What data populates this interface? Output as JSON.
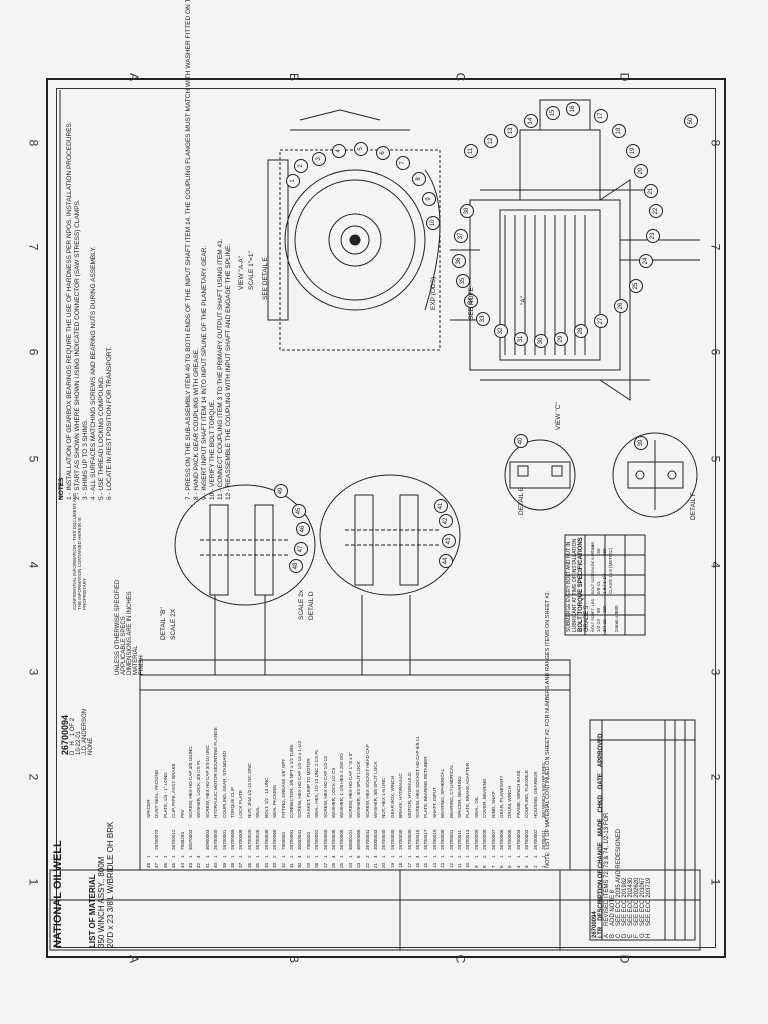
{
  "border_zones": {
    "left_edge": [
      "A",
      "B",
      "C",
      "D"
    ],
    "top_numbers": [
      "8",
      "7",
      "6",
      "5",
      "4",
      "3",
      "2",
      "1"
    ]
  },
  "notes": {
    "heading": "NOTES",
    "items": [
      "1 - INSTALLATION OF GEARBOX BEARINGS REQUIRE THE USE OF HARDNESS PER NPOS. INSTALLATION PROCEDURES.",
      "2 - START AS SHOWN WHERE SHOWN USING INDICATED CONNECTOR (SAW STRESS) CLAMPS.",
      "3 - SHIMS UP TO 3 SHIMS.",
      "4 - ALL SURFACES MATCHING SCREWS AND BEARING NUTS DURING ASSEMBLY.",
      "5 - USE THREAD LOCKING COMPOUND.",
      "6 - LOCATE IN REST POSITION FOR TRANSPORT."
    ],
    "numbered": [
      "7 - PRESS ON THE SUB-ASSEMBLY ITEM 40 TO BOTH ENDS OF THE INPUT SHAFT ITEM 14. THE COUPLING FLANGES MUST MATCH WITH WASHER FITTED ON THE PINION.",
      "8 - HAND PACK GEAR COUPLING WITH GREASE.",
      "9 - INSERT INPUT SHAFT ITEM 14 INTO INPUT SPLINE OF THE PLANETARY GEAR.",
      "10 - VERIFY THE BOLT TORQUE.",
      "11 - CONNECT COUPLING ITEM 3 TO THE PRIMARY OUTPUT SHAFT USING ITEM 41.",
      "12 - REASSEMBLE THE COUPLING WITH INPUT SHAFT AND ENGAGE THE SPLINE."
    ]
  },
  "views": {
    "view_a": "VIEW \"A-A\"",
    "view_a_scale": "SCALE 1\"=1\"",
    "detail_e": "SEE DETAIL E",
    "detail_e_label": "DETAIL E",
    "detail_f_label": "DETAIL F",
    "detail_d": "DETAIL D",
    "detail_d_scale": "SCALE 2x",
    "detail_b": "DETAIL \"B\"",
    "detail_b_scale": "SCALE 2X",
    "exp_label": "EXP (ODS)",
    "see_note": "SEE NOTE",
    "section": "\"A\"",
    "view_c": "VIEW \"C\""
  },
  "callouts": [
    "1",
    "2",
    "3",
    "4",
    "5",
    "6",
    "7",
    "8",
    "9",
    "10",
    "11",
    "12",
    "13",
    "14",
    "15",
    "16",
    "17",
    "18",
    "19",
    "20",
    "21",
    "22",
    "23",
    "24",
    "25",
    "26",
    "27",
    "28",
    "29",
    "30",
    "31",
    "32",
    "33",
    "34",
    "35",
    "36",
    "37",
    "38",
    "39",
    "40",
    "41",
    "42",
    "43",
    "44",
    "45",
    "46",
    "47",
    "48",
    "49",
    "50"
  ],
  "torque_table": {
    "title": "BOLT TORQUE SPECIFICATIONS",
    "header_note": "SUBMERGE EVERY BOLT AND NUT IN LUBRICANT AT TIME OF INSTALLATION",
    "grade": "GRADE 5",
    "columns": [
      "BOLT SIZE",
      "FT. LBS.",
      "BOLT SIZE",
      "GRADE 8 / ITEM",
      "FT. LBS."
    ],
    "rows": [
      [
        "1/2-13",
        "80",
        "5/8-11",
        "",
        "150"
      ],
      [
        "3/4-10",
        "260",
        "1-8 / 1-1/4",
        "",
        "680"
      ],
      [
        "",
        "",
        "CLASS 10.9 (METRIC)",
        "",
        ""
      ],
      [
        "24mm x 3",
        "580",
        "",
        "",
        ""
      ]
    ]
  },
  "revisions": {
    "header": [
      "LTR",
      "DESCRIPTION OF CHANGE",
      "MADE",
      "CHKD",
      "DATE",
      "APPROVED"
    ],
    "doc": "26700094",
    "rows": [
      [
        "A",
        "REVISED ITEMS 72, 73 & 74, 1/2-13 FOR",
        "",
        "",
        "",
        ""
      ],
      [
        "B",
        "ADD NOTE 8",
        "",
        "",
        "",
        ""
      ],
      [
        "C",
        "SEE ECO 2035 AND REDESIGNED",
        "",
        "",
        "",
        ""
      ],
      [
        "D",
        "SEE ECO 201982",
        "",
        "",
        "",
        ""
      ],
      [
        "E",
        "SEE ECO 202430",
        "",
        "",
        "",
        ""
      ],
      [
        "F",
        "SEE ECO 202620",
        "",
        "",
        "",
        ""
      ],
      [
        "G",
        "SEE ECO 203067",
        "",
        "",
        "",
        ""
      ],
      [
        "H",
        "SEE ECO 203719",
        "",
        "",
        "",
        ""
      ]
    ]
  },
  "bom": {
    "note": "NOTE: LIST OF MATERIAL CONTINUED ON SHEET #2. FOR NUMBERS AND RANGES ITEMS ON SHEET #2.",
    "columns": [
      "ITEM",
      "QTY",
      "PART NO.",
      "DESCRIPTION",
      "STOCK"
    ],
    "title": "LIST OF MATERIAL",
    "rows": [
      [
        "48",
        "1",
        "",
        "SPACER",
        ""
      ],
      [
        "47",
        "1",
        "26700073",
        "DUST SEAL, PACKING",
        ""
      ],
      [
        "46",
        "1",
        "",
        "PLATE, 1/4 - 1\" LONG",
        ""
      ],
      [
        "45",
        "1",
        "26700012",
        "CLIP, PIPE, ASSY. BRAKE",
        ""
      ],
      [
        "44",
        "1",
        "7938294",
        "PIN",
        ""
      ],
      [
        "43",
        "1",
        "30070003",
        "SCREW, HEX HD CAP 3/8-16UNC",
        ""
      ],
      [
        "42",
        "4",
        "",
        "WASHER, LOCK, 3/8 CS PL",
        ""
      ],
      [
        "41",
        "1",
        "30900003",
        "SCREW, HEX HD CAP 3/4-10 UNC",
        ""
      ],
      [
        "40",
        "1",
        "26700000",
        "HYDRAULIC MOTOR MOUNTING FLANGE",
        ""
      ],
      [
        "39",
        "1",
        "26700001",
        "COUPLING, GEAR, STANDARD",
        ""
      ],
      [
        "38",
        "1",
        "26700069",
        "TORQUE CLIP",
        ""
      ],
      [
        "37",
        "1",
        "26700008",
        "LOCK PLATE",
        ""
      ],
      [
        "36",
        "2",
        "26700020",
        "NUT, JAM 1/2-13 NC ZINC",
        ""
      ],
      [
        "35",
        "1",
        "26700026",
        "SEAL",
        ""
      ],
      [
        "34",
        "1",
        "26700040",
        "BOLT, 1/2 - 13 UNC",
        ""
      ],
      [
        "33",
        "2",
        "26700060",
        "SEAL PACKING",
        ""
      ],
      [
        "32",
        "1",
        "7900003",
        "FITTING, GREASE 1/8\" NPT",
        ""
      ],
      [
        "31",
        "1",
        "26700091",
        "CONNECTOR, 3/8 NPT x 1/2 TUBE",
        ""
      ],
      [
        "30",
        "4",
        "30003041",
        "SCREW, HEX HD CAP 1/2-13 x 1-1/4",
        ""
      ],
      [
        "29",
        "2",
        "7900004",
        "GASKET, PUMP TO MOTOR",
        ""
      ],
      [
        "28",
        "1",
        "26700052",
        "SEAL, HEX, 1/2-13 UNC 2 CS PL",
        ""
      ],
      [
        "27",
        "1",
        "26700050",
        "SCREW, HEX HD CAP 1/2-13",
        ""
      ],
      [
        "26",
        "4",
        "26700035",
        "WASHER, LOCK 1/2 CS",
        ""
      ],
      [
        "25",
        "1",
        "26700005",
        "WASHER, 1-1/8 HEX 2.250 OD",
        ""
      ],
      [
        "24",
        "1",
        "30500101",
        "SCREW, HEX HD CAP 1\"-8 x 3\"",
        ""
      ],
      [
        "23",
        "8",
        "30900066",
        "WASHER, 3/4 SPLIT LOCK",
        ""
      ],
      [
        "22",
        "2",
        "26700041",
        "SCREW, HEX SOCKET HEAD CAP",
        ""
      ],
      [
        "21",
        "4",
        "30000033",
        "WASHER, 3/8 SPLIT LOCK",
        ""
      ],
      [
        "20",
        "1",
        "26700040",
        "NUT, HEX 1-8 UNC",
        ""
      ],
      [
        "19",
        "1",
        "26700030",
        "GEAR BOX, WINCH",
        ""
      ],
      [
        "18",
        "1",
        "26700030",
        "BRAKE, HYDRAULIC",
        ""
      ],
      [
        "17",
        "1",
        "26700030",
        "MOTOR, HYDRAULIC",
        ""
      ],
      [
        "16",
        "4",
        "26700018",
        "SCREW, HEX SOCKET HD CAP 5/8-11",
        ""
      ],
      [
        "15",
        "1",
        "26700017",
        "PLATE, BEARING RETAINER",
        ""
      ],
      [
        "14",
        "1",
        "26700019",
        "SHAFT, INPUT",
        ""
      ],
      [
        "13",
        "1",
        "26700030",
        "BEARING, SPHERICAL",
        ""
      ],
      [
        "12",
        "1",
        "26700031",
        "BEARING, CYLINDRICAL",
        ""
      ],
      [
        "11",
        "1",
        "26700011",
        "SPACER, BEARING",
        ""
      ],
      [
        "10",
        "1",
        "26700013",
        "PLATE, BRAKE ADAPTER",
        ""
      ],
      [
        "9",
        "1",
        "26700009",
        "SEAL, OIL",
        ""
      ],
      [
        "8",
        "2",
        "26700008",
        "COVER, BEARING",
        ""
      ],
      [
        "7",
        "1",
        "26700007",
        "RING, SNAP",
        ""
      ],
      [
        "6",
        "1",
        "26700006",
        "GEAR, PLANETARY",
        ""
      ],
      [
        "5",
        "1",
        "26700005",
        "DRUM, WINCH",
        ""
      ],
      [
        "4",
        "1",
        "26700004",
        "FRAME, WINCH BASE",
        ""
      ],
      [
        "3",
        "1",
        "26700003",
        "COUPLING, FLEXIBLE",
        ""
      ],
      [
        "2",
        "1",
        "26700002",
        "HOUSING, GEARBOX",
        ""
      ],
      [
        "1",
        "1",
        "26700011",
        "350 WINCH, 500 HP SPEC",
        ""
      ]
    ]
  },
  "title_block": {
    "company": "NATIONAL OILWELL",
    "title_line_1": "350 WINCH ASSY., 800M",
    "title_line_2": "20'D x 23 3/8'L W/BRIDLE OH BRK",
    "drawing_no": "26700094",
    "size": "D",
    "rev": "H",
    "sheet": "1 OF 2",
    "scale": "NONE",
    "date": "10-22-01",
    "drawn_by": "J.D. ANDERSON",
    "checked_by": "",
    "tolerances": "UNLESS OTHERWISE SPECIFIED",
    "applicable_specs": "APPLICABLE SPECS",
    "dims": "DIMENSIONS ARE IN INCHES",
    "material_label": "MATERIAL",
    "finish_label": "FINISH",
    "proprietary": "CONFIDENTIAL INFORMATION - THIS DOCUMENT AND THE INFORMATION CONTAINED HEREIN IS PROPRIETARY"
  }
}
